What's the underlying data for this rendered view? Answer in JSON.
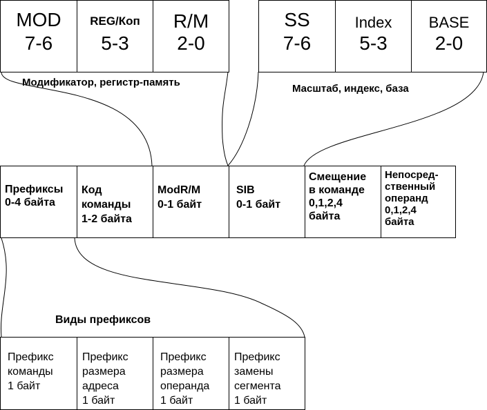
{
  "modrm_fields": [
    {
      "name": "MOD",
      "bits": "7-6"
    },
    {
      "name": "REG/Коп",
      "bits": "5-3"
    },
    {
      "name": "R/M",
      "bits": "2-0"
    }
  ],
  "sib_fields": [
    {
      "name": "SS",
      "bits": "7-6"
    },
    {
      "name": "Index",
      "bits": "5-3"
    },
    {
      "name": "BASE",
      "bits": "2-0"
    }
  ],
  "captions": {
    "modrm": "Модификатор, регистр-память",
    "sib": "Масштаб, индекс, база",
    "prefix_types": "Виды префиксов"
  },
  "instruction_fields": [
    {
      "lines": [
        "Префиксы",
        "0-4 байта"
      ]
    },
    {
      "lines": [
        "Код",
        "команды",
        "1-2 байта"
      ]
    },
    {
      "lines": [
        "ModR/M",
        "0-1 байт"
      ]
    },
    {
      "lines": [
        "SIB",
        "0-1 байт"
      ]
    },
    {
      "lines": [
        "Смещение",
        "в команде",
        "0,1,2,4",
        "байта"
      ]
    },
    {
      "lines": [
        "Непосред-",
        "ственный",
        "операнд",
        "0,1,2,4",
        "байта"
      ]
    }
  ],
  "prefix_types": [
    {
      "lines": [
        "Префикс",
        "команды",
        "1 байт"
      ]
    },
    {
      "lines": [
        "Префикс",
        "размера",
        "адреса",
        "1 байт"
      ]
    },
    {
      "lines": [
        "Префикс",
        "размера",
        "операнда",
        "1 байт"
      ]
    },
    {
      "lines": [
        "Префикс",
        "замены",
        "сегмента",
        "1 байт"
      ]
    }
  ]
}
